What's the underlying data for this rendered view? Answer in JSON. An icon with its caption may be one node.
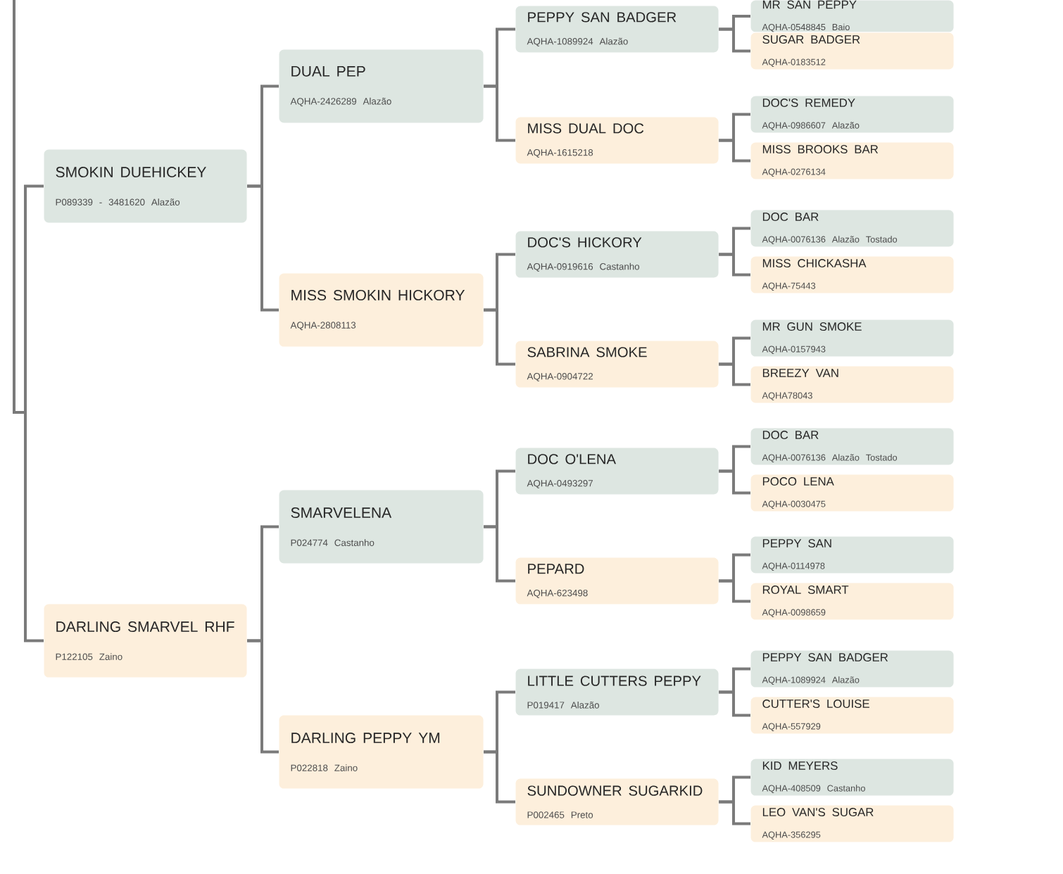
{
  "diagram": {
    "nodes": [
      {
        "text": [
          "SMOKIN DUEHICKEY",
          "P089339 - 3481620 Alazão"
        ]
      },
      {
        "text": [
          "DARLING SMARVEL RHF",
          "P122105 Zaino"
        ]
      },
      {
        "text": [
          "DUAL PEP",
          "AQHA-2426289 Alazão"
        ]
      },
      {
        "text": [
          "MISS SMOKIN HICKORY",
          "AQHA-2808113"
        ]
      },
      {
        "text": [
          "SMARVELENA",
          "P024774 Castanho"
        ]
      },
      {
        "text": [
          "DARLING PEPPY YM",
          "P022818 Zaino"
        ]
      },
      {
        "text": [
          "PEPPY SAN BADGER",
          "AQHA-1089924 Alazão"
        ]
      },
      {
        "text": [
          "MISS DUAL DOC",
          "AQHA-1615218"
        ]
      },
      {
        "text": [
          "DOC'S HICKORY",
          "AQHA-0919616 Castanho"
        ]
      },
      {
        "text": [
          "SABRINA SMOKE",
          "AQHA-0904722"
        ]
      },
      {
        "text": [
          "DOC O'LENA",
          "AQHA-0493297"
        ]
      },
      {
        "text": [
          "PEPARD",
          "AQHA-623498"
        ]
      },
      {
        "text": [
          "LITTLE CUTTERS PEPPY",
          "P019417 Alazão"
        ]
      },
      {
        "text": [
          "SUNDOWNER SUGARKID",
          "P002465 Preto"
        ]
      },
      {
        "text": [
          "MR SAN PEPPY",
          "AQHA-0548845 Baio"
        ]
      },
      {
        "text": [
          "SUGAR BADGER",
          "AQHA-0183512"
        ]
      },
      {
        "text": [
          "DOC'S REMEDY",
          "AQHA-0986607 Alazão"
        ]
      },
      {
        "text": [
          "MISS BROOKS BAR",
          "AQHA-0276134"
        ]
      },
      {
        "text": [
          "DOC BAR",
          "AQHA-0076136 Alazão Tostado"
        ]
      },
      {
        "text": [
          "MISS CHICKASHA",
          "AQHA-75443"
        ]
      },
      {
        "text": [
          "MR GUN SMOKE",
          "AQHA-0157943"
        ]
      },
      {
        "text": [
          "BREEZY VAN",
          "AQHA78043"
        ]
      },
      {
        "text": [
          "DOC BAR",
          "AQHA-0076136 Alazão Tostado"
        ]
      },
      {
        "text": [
          "POCO LENA",
          "AQHA-0030475"
        ]
      },
      {
        "text": [
          "PEPPY SAN",
          "AQHA-0114978"
        ]
      },
      {
        "text": [
          "ROYAL SMART",
          "AQHA-0098659"
        ]
      },
      {
        "text": [
          "PEPPY SAN BADGER",
          "AQHA-1089924 Alazão"
        ]
      },
      {
        "text": [
          "CUTTER'S LOUISE",
          "AQHA-557929"
        ]
      },
      {
        "text": [
          "KID MEYERS",
          "AQHA-408509 Castanho"
        ]
      },
      {
        "text": [
          "LEO VAN'S SUGAR",
          "AQHA-356295"
        ]
      }
    ],
    "edges": [
      {
        "from": null,
        "to": 0,
        "arrow": "none"
      },
      {
        "from": null,
        "to": 1,
        "arrow": "none"
      },
      {
        "from": 0,
        "to": 2,
        "arrow": "none"
      },
      {
        "from": 0,
        "to": 3,
        "arrow": "none"
      },
      {
        "from": 1,
        "to": 4,
        "arrow": "none"
      },
      {
        "from": 1,
        "to": 5,
        "arrow": "none"
      },
      {
        "from": 2,
        "to": 6,
        "arrow": "none"
      },
      {
        "from": 2,
        "to": 7,
        "arrow": "none"
      },
      {
        "from": 3,
        "to": 8,
        "arrow": "none"
      },
      {
        "from": 3,
        "to": 9,
        "arrow": "none"
      },
      {
        "from": 4,
        "to": 10,
        "arrow": "none"
      },
      {
        "from": 4,
        "to": 11,
        "arrow": "none"
      },
      {
        "from": 5,
        "to": 12,
        "arrow": "none"
      },
      {
        "from": 5,
        "to": 13,
        "arrow": "none"
      },
      {
        "from": 6,
        "to": 14,
        "arrow": "none"
      },
      {
        "from": 6,
        "to": 15,
        "arrow": "none"
      },
      {
        "from": 7,
        "to": 16,
        "arrow": "none"
      },
      {
        "from": 7,
        "to": 17,
        "arrow": "none"
      },
      {
        "from": 8,
        "to": 18,
        "arrow": "none"
      },
      {
        "from": 8,
        "to": 19,
        "arrow": "none"
      },
      {
        "from": 9,
        "to": 20,
        "arrow": "none"
      },
      {
        "from": 9,
        "to": 21,
        "arrow": "none"
      },
      {
        "from": 10,
        "to": 22,
        "arrow": "none"
      },
      {
        "from": 10,
        "to": 23,
        "arrow": "none"
      },
      {
        "from": 11,
        "to": 24,
        "arrow": "none"
      },
      {
        "from": 11,
        "to": 25,
        "arrow": "none"
      },
      {
        "from": 12,
        "to": 26,
        "arrow": "none"
      },
      {
        "from": 12,
        "to": 27,
        "arrow": "none"
      },
      {
        "from": 13,
        "to": 28,
        "arrow": "none"
      },
      {
        "from": 13,
        "to": 29,
        "arrow": "none"
      }
    ]
  }
}
